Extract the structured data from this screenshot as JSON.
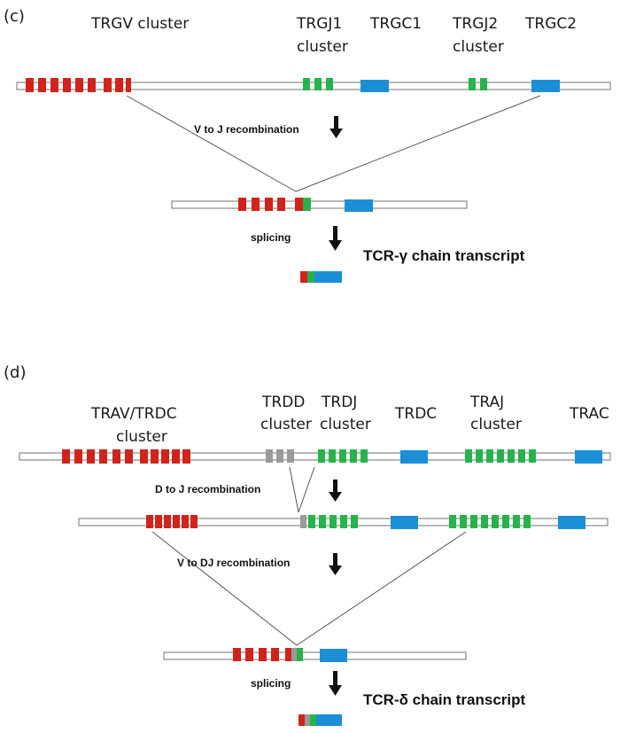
{
  "colors": {
    "v_segment": "#d0231b",
    "j_segment": "#27b34b",
    "d_segment": "#9a9a9a",
    "c_segment": "#1b8fd6",
    "arrow": "#111111"
  },
  "panel_c": {
    "label": "(c)",
    "trgv": "TRGV cluster",
    "trgj1_line1": "TRGJ1",
    "trgj1_line2": "cluster",
    "trgc1": "TRGC1",
    "trgj2_line1": "TRGJ2",
    "trgj2_line2": "cluster",
    "trgc2": "TRGC2",
    "step1": "V to J recombination",
    "step2": "splicing",
    "result": "TCR-γ chain transcript"
  },
  "panel_d": {
    "label": "(d)",
    "trav_line1": "TRAV/TRDC",
    "trav_line2": "cluster",
    "trdd_line1": "TRDD",
    "trdd_line2": "cluster",
    "trdj_line1": "TRDJ",
    "trdj_line2": "cluster",
    "trdc": "TRDC",
    "traj_line1": "TRAJ",
    "traj_line2": "cluster",
    "trac": "TRAC",
    "step1": "D to J recombination",
    "step2": "V to DJ recombination",
    "step3": "splicing",
    "result": "TCR-δ chain transcript"
  }
}
